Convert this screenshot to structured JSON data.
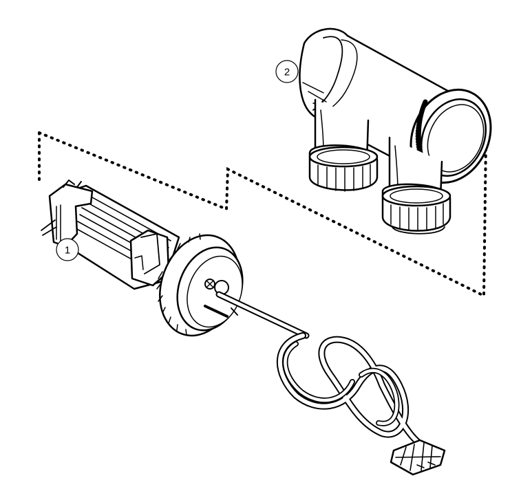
{
  "diagram": {
    "callouts": [
      {
        "id": "1",
        "label": "1",
        "part": "electrode-cell-cartridge"
      },
      {
        "id": "2",
        "label": "2",
        "part": "cell-housing-tee"
      }
    ],
    "colors": {
      "line": "#000000",
      "fill": "#ffffff"
    },
    "style": "exploded-view-line-drawing",
    "connection_line": "dotted"
  }
}
